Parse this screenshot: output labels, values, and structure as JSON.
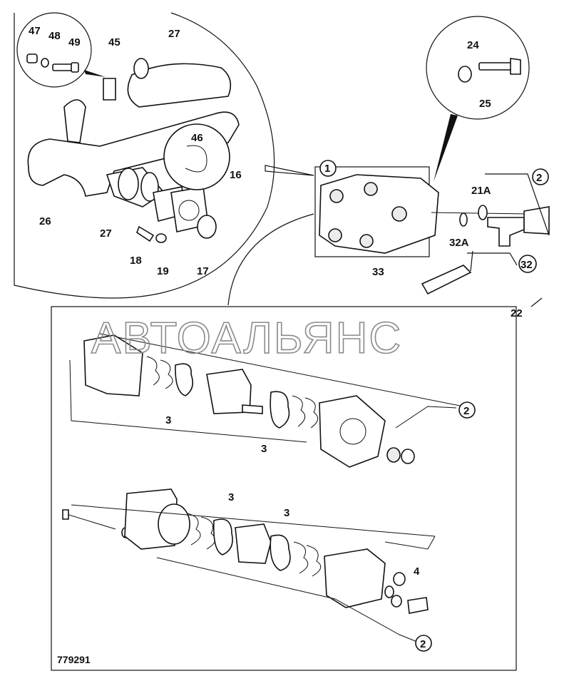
{
  "drawing": {
    "ref_number": "779291",
    "watermark": "АВТОАЛЬЯНС"
  },
  "callouts": {
    "c47": "47",
    "c48": "48",
    "c49": "49",
    "c45": "45",
    "c27a": "27",
    "c46": "46",
    "c26": "26",
    "c27b": "27",
    "c16": "16",
    "c18": "18",
    "c19": "19",
    "c17": "17",
    "c24": "24",
    "c25": "25",
    "c1": "1",
    "c21A": "21A",
    "c2a": "2",
    "c32A": "32A",
    "c32": "32",
    "c33": "33",
    "c22": "22",
    "c2b": "2",
    "c3a": "3",
    "c3b": "3",
    "c3c": "3",
    "c3d": "3",
    "c4": "4",
    "c2c": "2"
  }
}
